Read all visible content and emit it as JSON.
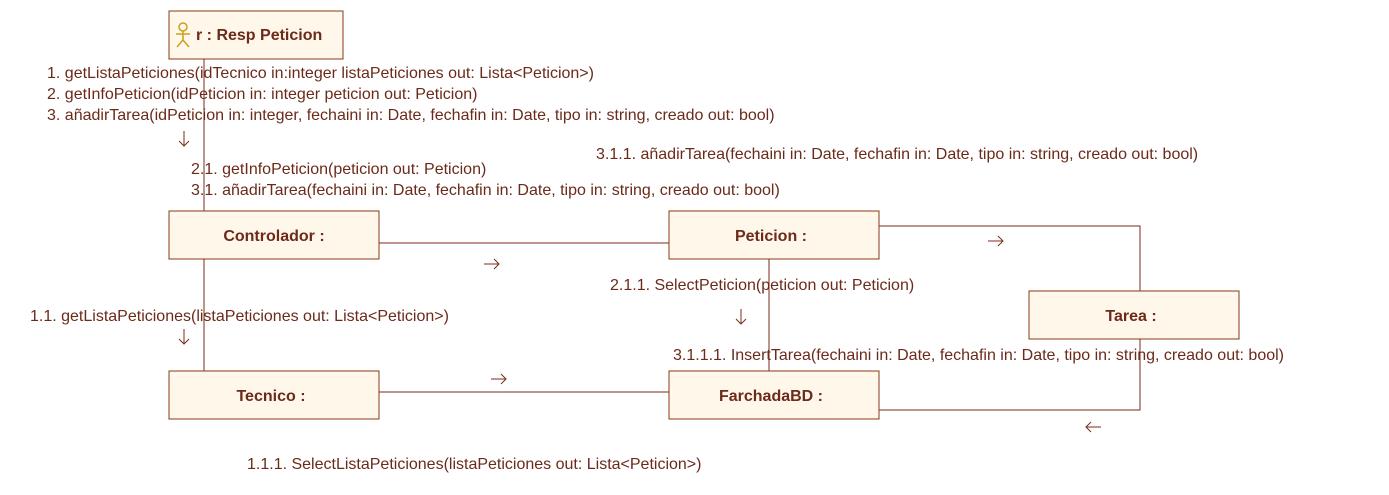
{
  "actor": {
    "label": "r : Resp Peticion",
    "icon": "actor-stick-figure-icon"
  },
  "objects": {
    "controlador": "Controlador :",
    "peticion": "Peticion :",
    "tarea": "Tarea :",
    "tecnico": "Tecnico :",
    "farchada": "FarchadaBD :"
  },
  "messages": {
    "m1": "1. getListaPeticiones(idTecnico in:integer listaPeticiones out: Lista<Peticion>)",
    "m2": "2. getInfoPeticion(idPeticion in: integer peticion out: Peticion)",
    "m3": "3. añadirTarea(idPeticion in: integer, fechaini in: Date, fechafin in: Date, tipo in: string, creado out: bool)",
    "m21": "2.1. getInfoPeticion(peticion out: Peticion)",
    "m31": "3.1. añadirTarea(fechaini in: Date, fechafin in: Date, tipo in: string, creado out: bool)",
    "m311": "3.1.1. añadirTarea(fechaini in: Date, fechafin in: Date, tipo in: string, creado out: bool)",
    "m211": "2.1.1. SelectPeticion(peticion out: Peticion)",
    "m11": "1.1. getListaPeticiones(listaPeticiones out: Lista<Peticion>)",
    "m3111": "3.1.1.1. InsertTarea(fechaini in: Date, fechafin in: Date, tipo in: string, creado out: bool)",
    "m111": "1.1.1. SelectListaPeticiones(listaPeticiones out: Lista<Peticion>)"
  },
  "colors": {
    "box_fill": "#fff7ea",
    "box_stroke": "#8a3a1a",
    "text": "#6b2a1a",
    "actor_icon": "#c9a21a"
  }
}
